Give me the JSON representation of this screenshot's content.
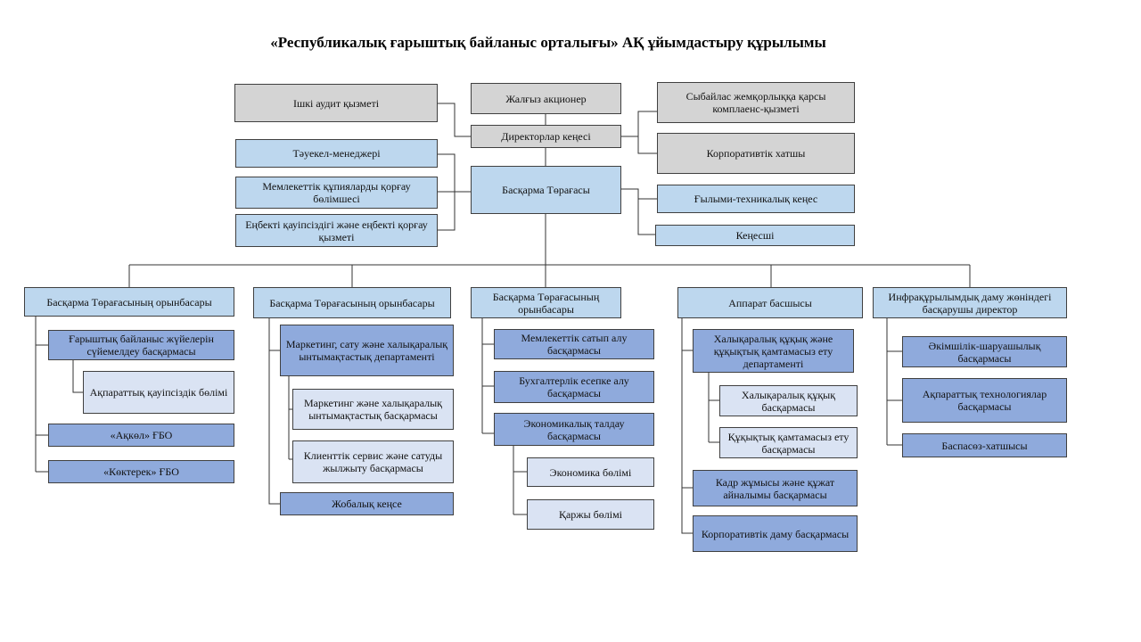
{
  "title": "«Республикалық ғарыштық байланыс орталығы» АҚ ұйымдастыру құрылымы",
  "top": {
    "sole_shareholder": "Жалғыз акционер",
    "board_of_directors": "Директорлар кеңесі",
    "internal_audit": "Ішкі аудит қызметі",
    "anti_corruption": "Сыбайлас жемқорлыққа қарсы комплаенс-қызметі",
    "corporate_secretary": "Корпоративтік хатшы",
    "chairman": "Басқарма Төрағасы",
    "risk_manager": "Тәуекел-менеджері",
    "state_secrets": "Мемлекеттік құпияларды қорғау бөлімшесі",
    "labor_safety": "Еңбекті қауіпсіздігі және еңбекті қорғау қызметі",
    "scientific_council": "Ғылыми-техникалық кеңес",
    "advisor": "Кеңесші"
  },
  "columns": {
    "col1": {
      "head": "Басқарма Төрағасының орынбасары",
      "items": [
        "Ғарыштық байланыс жүйелерін сүйемелдеу басқармасы",
        "Ақпараттық қауіпсіздік бөлімі",
        "«Ақкөл» ҒБО",
        "«Көктерек» ҒБО"
      ]
    },
    "col2": {
      "head": "Басқарма Төрағасының орынбасары",
      "items": [
        "Маркетинг, сату және халықаралық ынтымақтастық департаменті",
        "Маркетинг және халықаралық ынтымақтастық басқармасы",
        "Клиенттік сервис және сатуды жылжыту басқармасы",
        "Жобалық кеңсе"
      ]
    },
    "col3": {
      "head": "Басқарма Төрағасының орынбасары",
      "items": [
        "Мемлекеттік сатып алу басқармасы",
        "Бухгалтерлік есепке алу басқармасы",
        "Экономикалық талдау басқармасы",
        "Экономика бөлімі",
        "Қаржы бөлімі"
      ]
    },
    "col4": {
      "head": "Аппарат басшысы",
      "items": [
        "Халықаралық құқық және құқықтық қамтамасыз ету департаменті",
        "Халықаралық құқық басқармасы",
        "Құқықтық қамтамасыз ету басқармасы",
        "Кадр жұмысы және құжат айналымы басқармасы",
        "Корпоративтік даму басқармасы"
      ]
    },
    "col5": {
      "head": "Инфрақұрылымдық даму жөніндегі басқарушы директор",
      "items": [
        "Әкімшілік-шаруашылық басқармасы",
        "Ақпараттық технологиялар басқармасы",
        "Баспасөз-хатшысы"
      ]
    }
  }
}
